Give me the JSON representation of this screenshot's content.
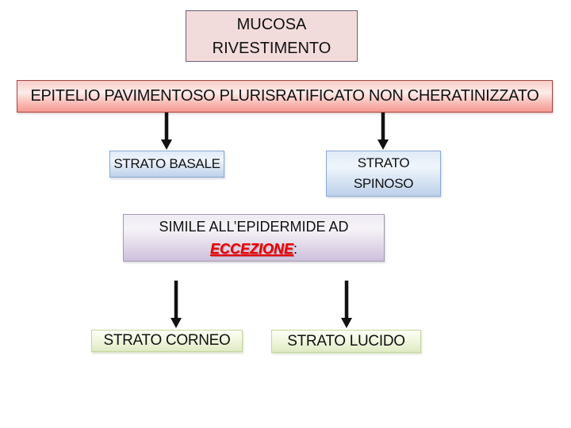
{
  "title_box": {
    "line1": "MUCOSA",
    "line2": "RIVESTIMENTO"
  },
  "header_box": {
    "label": "EPITELIO PAVIMENTOSO PLURISRATIFICATO NON CHERATINIZZATO"
  },
  "layer_boxes": {
    "basale": "STRATO BASALE",
    "spinoso_line1": "STRATO",
    "spinoso_line2": "SPINOSO",
    "corneo": "STRATO CORNEO",
    "lucido": "STRATO LUCIDO"
  },
  "note_box": {
    "line1": "SIMILE ALL’EPIDERMIDE AD",
    "highlight": "ECCEZIONE",
    "suffix": ":"
  },
  "colors": {
    "title_fill": "#f2dcdb",
    "title_border": "#6a6173",
    "header_fill_top": "#f9cdc7",
    "header_fill_bottom": "#f39b93",
    "header_border": "#a84440",
    "blue_fill_bottom": "#bdd1ea",
    "blue_border": "#8aa9d1",
    "note_fill_bottom": "#cdc1db",
    "note_border": "#a39cae",
    "green_fill_bottom": "#dfeac3",
    "green_border": "#c5d79d",
    "highlight_red": "#e60000",
    "arrow_black": "#111111"
  }
}
